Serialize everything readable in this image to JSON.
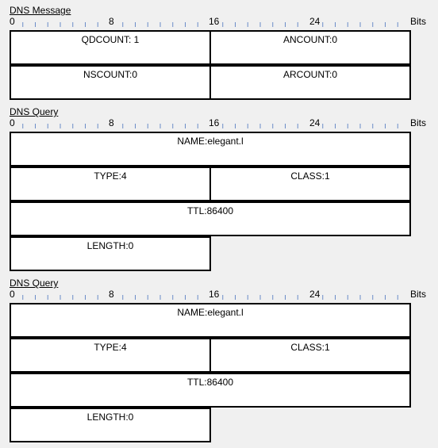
{
  "ruler": {
    "labels": [
      "0",
      "8",
      "16",
      "24"
    ],
    "unit": "Bits"
  },
  "sections": [
    {
      "title": "DNS Message",
      "fields": {
        "qdcount": "QDCOUNT: 1",
        "ancount": "ANCOUNT:0",
        "nscount": "NSCOUNT:0",
        "arcount": "ARCOUNT:0"
      }
    },
    {
      "title": "DNS Query",
      "fields": {
        "name": "NAME:elegant.l",
        "type": "TYPE:4",
        "class": "CLASS:1",
        "ttl": "TTL:86400",
        "length": "LENGTH:0"
      }
    },
    {
      "title": "DNS Query",
      "fields": {
        "name": "NAME:elegant.l",
        "type": "TYPE:4",
        "class": "CLASS:1",
        "ttl": "TTL:86400",
        "length": "LENGTH:0"
      }
    }
  ]
}
